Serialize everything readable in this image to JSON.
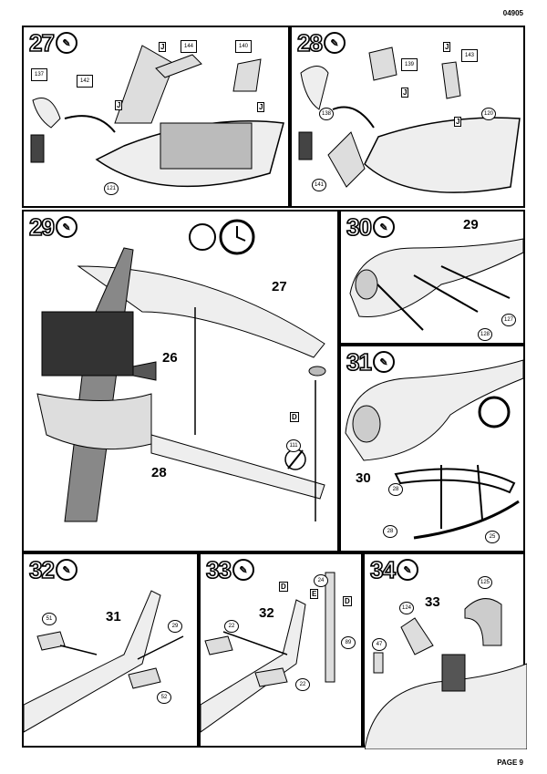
{
  "page": {
    "code": "04905",
    "footer": "PAGE 9"
  },
  "steps": [
    {
      "number": "27",
      "parts": [
        "137",
        "142",
        "144",
        "140",
        "121"
      ]
    },
    {
      "number": "28",
      "parts": [
        "139",
        "143",
        "138",
        "120",
        "141"
      ]
    },
    {
      "number": "29",
      "labels": [
        "27",
        "26",
        "28"
      ],
      "parts": [
        "111"
      ]
    },
    {
      "number": "30",
      "labels": [
        "29"
      ],
      "parts": [
        "127",
        "128"
      ]
    },
    {
      "number": "31",
      "labels": [
        "30"
      ],
      "parts": [
        "28",
        "28",
        "25"
      ]
    },
    {
      "number": "32",
      "labels": [
        "31"
      ],
      "parts": [
        "51",
        "29",
        "52"
      ]
    },
    {
      "number": "33",
      "labels": [
        "32"
      ],
      "parts": [
        "24",
        "22",
        "22",
        "89"
      ]
    },
    {
      "number": "34",
      "labels": [
        "33"
      ],
      "parts": [
        "125",
        "124",
        "47"
      ]
    }
  ],
  "flags": {
    "flag_a": "J",
    "flag_b": "D",
    "flag_e": "E"
  }
}
